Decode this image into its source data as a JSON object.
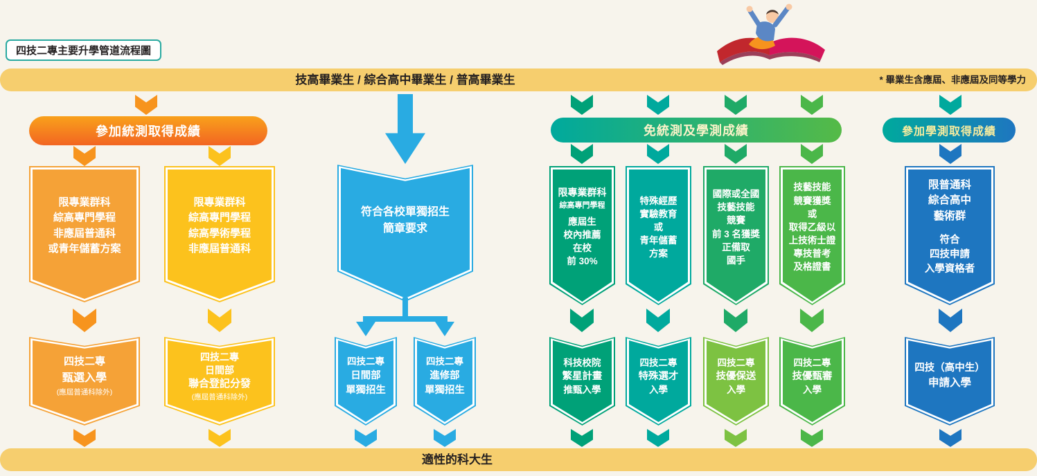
{
  "page": {
    "badge": "四技二專主要升學管道流程圖",
    "top_bar": "技高畢業生 / 綜合高中畢業生 / 普高畢業生",
    "top_note": "* 畢業生含應屆、非應屆及同等學力",
    "bottom_bar": "適性的科大生",
    "illustration": "person-riding-flying-book"
  },
  "colors": {
    "bar_yellow": "#F6CE6E",
    "orange": "#F5A237",
    "orange_deep": "#F26522",
    "yellow": "#FCC21D",
    "sky_blue": "#29ABE2",
    "teal": "#00A99D",
    "green_dark": "#00A178",
    "green_mid": "#1FAA67",
    "green": "#4BB749",
    "lime": "#7DC242",
    "royal_blue": "#1E76C0",
    "badge_border": "#29A9A0",
    "text_dark": "#231F20"
  },
  "utt": {
    "header": "參加統測取得成績",
    "col1_top": [
      "限專業群科",
      "綜高專門學程",
      "非應屆普通科",
      "或青年儲蓄方案"
    ],
    "col1_result": {
      "pre": [
        "四技二專"
      ],
      "bold": [
        "甄選入學"
      ],
      "note": "(應屆普通科除外)"
    },
    "col2_top": [
      "限專業群科",
      "綜高專門學程",
      "綜高學術學程",
      "非應屆普通科"
    ],
    "col2_result": {
      "pre": [
        "四技二專",
        "日間部"
      ],
      "bold": [
        "聯合登記分發"
      ],
      "note": "(應屆普通科除外)"
    }
  },
  "independent": {
    "requirement": [
      "符合各校單獨招生",
      "簡章要求"
    ],
    "day": {
      "pre": [
        "四技二專"
      ],
      "bold": [
        "日間部",
        "單獨招生"
      ]
    },
    "evening": {
      "pre": [
        "四技二專"
      ],
      "bold": [
        "進修部",
        "單獨招生"
      ]
    }
  },
  "exempt": {
    "header": "免統測及學測成績",
    "col1_top": {
      "head": "限專業群科",
      "sub": "綜高專門學程",
      "lines": [
        "應屆生",
        "校內推薦",
        "在校",
        "前 30%"
      ]
    },
    "col1_result": {
      "pre": [
        "科技校院"
      ],
      "bold": [
        "繁星計畫"
      ],
      "post": [
        "推甄入學"
      ]
    },
    "col2_top": [
      "特殊經歷",
      "實驗教育",
      "或",
      "青年儲蓄",
      "方案"
    ],
    "col2_result": {
      "pre": [
        "四技二專"
      ],
      "bold": [
        "特殊選才"
      ],
      "post": [
        "入學"
      ]
    },
    "col3_top": [
      "國際或全國",
      "技藝技能",
      "競賽",
      "前 3 名獲獎",
      "正備取",
      "國手"
    ],
    "col3_result": {
      "pre": [
        "四技二專"
      ],
      "bold": [
        "技優保送"
      ],
      "post": [
        "入學"
      ]
    },
    "col4_top": [
      "技藝技能",
      "競賽獲獎",
      "或",
      "取得乙級以",
      "上技術士證",
      "專技普考",
      "及格證書"
    ],
    "col4_result": {
      "pre": [
        "四技二專"
      ],
      "bold": [
        "技優甄審"
      ],
      "post": [
        "入學"
      ]
    }
  },
  "gsat": {
    "header": "參加學測取得成績",
    "top": {
      "bold": [
        "限普通科",
        "綜合高中",
        "藝術群"
      ],
      "lines": [
        "符合",
        "四技申請",
        "入學資格者"
      ]
    },
    "result": {
      "pre": [
        "四技（高中生）"
      ],
      "bold": [
        "申請入學"
      ]
    }
  }
}
